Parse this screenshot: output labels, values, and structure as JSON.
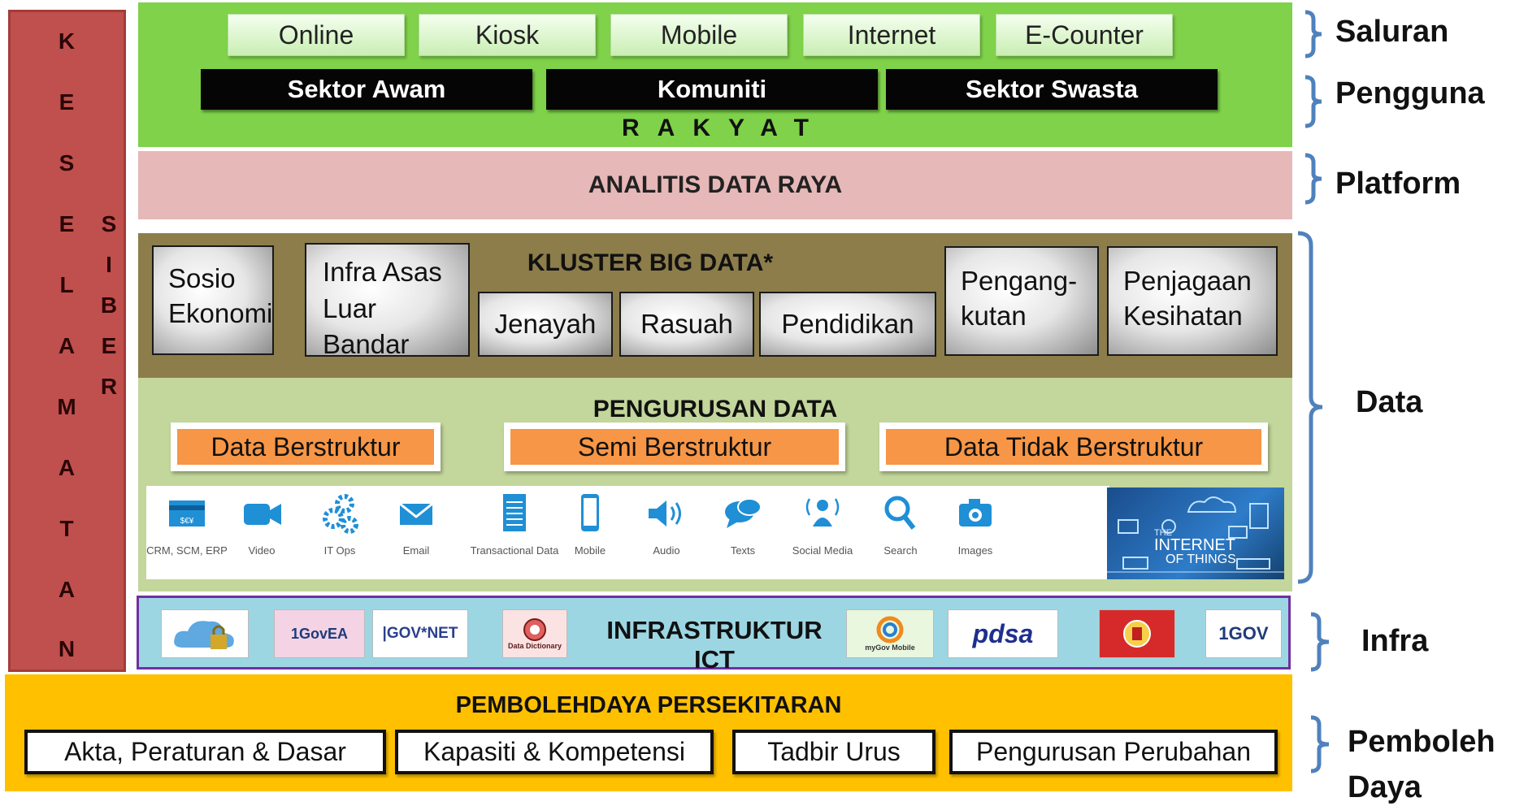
{
  "keselamatan": {
    "letters": [
      "K",
      "E",
      "S",
      "E",
      "L",
      "A",
      "M",
      "A",
      "T",
      "A",
      "N"
    ]
  },
  "siber": {
    "letters": [
      "S",
      "I",
      "B",
      "E",
      "R"
    ]
  },
  "saluran": {
    "items": [
      "Online",
      "Kiosk",
      "Mobile",
      "Internet",
      "E-Counter"
    ]
  },
  "pengguna": {
    "items": [
      "Sektor Awam",
      "Komuniti",
      "Sektor Swasta"
    ],
    "rakyat": "RAKYAT"
  },
  "platform": {
    "title": "ANALITIS DATA RAYA"
  },
  "kluster": {
    "title": "KLUSTER BIG DATA*",
    "sosio": [
      "Sosio",
      "Ekonomi"
    ],
    "infra_asas": [
      "Infra Asas",
      "Luar",
      "Bandar"
    ],
    "jenayah": "Jenayah",
    "rasuah": "Rasuah",
    "pendidikan": "Pendidikan",
    "pengangkutan": [
      "Pengang-",
      "kutan"
    ],
    "penjagaan": [
      "Penjagaan",
      "Kesihatan"
    ]
  },
  "pengurusan": {
    "title": "PENGURUSAN DATA",
    "types": [
      "Data Berstruktur",
      "Semi Berstruktur",
      "Data Tidak Berstruktur"
    ],
    "sources": [
      {
        "label": "CRM, SCM, ERP",
        "icon": "card-icon"
      },
      {
        "label": "Video",
        "icon": "video-camera-icon"
      },
      {
        "label": "IT Ops",
        "icon": "gears-icon"
      },
      {
        "label": "Email",
        "icon": "envelope-icon"
      },
      {
        "label": "Transactional Data",
        "icon": "document-icon"
      },
      {
        "label": "Mobile",
        "icon": "phone-icon"
      },
      {
        "label": "Audio",
        "icon": "speaker-icon"
      },
      {
        "label": "Texts",
        "icon": "chat-icon"
      },
      {
        "label": "Social Media",
        "icon": "social-person-icon"
      },
      {
        "label": "Search",
        "icon": "magnifier-icon"
      },
      {
        "label": "Images",
        "icon": "camera-icon"
      }
    ],
    "iot": {
      "line1": "THE",
      "line2": "INTERNET",
      "line3": "OF THINGS"
    }
  },
  "infra": {
    "title": "INFRASTRUKTUR ICT",
    "logos": {
      "govea": "1GovEA",
      "govnet": "|GOV*NET",
      "dictionary": "Data Dictionary",
      "mygov": "myGov Mobile",
      "pdsa": "pdsa",
      "onegov": "1GOV"
    }
  },
  "pemboleh": {
    "title": "PEMBOLEHDAYA PERSEKITARAN",
    "items": [
      "Akta, Peraturan & Dasar",
      "Kapasiti & Kompetensi",
      "Tadbir Urus",
      "Pengurusan Perubahan"
    ]
  },
  "labels": {
    "saluran": "Saluran",
    "pengguna": "Pengguna",
    "platform": "Platform",
    "data": "Data",
    "infra": "Infra",
    "pemboleh1": "Pemboleh",
    "pemboleh2": "Daya"
  },
  "colors": {
    "keselamatan": "#c0504d",
    "top_green": "#7fd24a",
    "platform_pink": "#e6b8b7",
    "kluster_olive": "#8c7d4a",
    "pengurusan_green": "#c3d69b",
    "data_type_orange": "#f79646",
    "infra_blue": "#9dd6e3",
    "infra_border": "#7030a0",
    "pemboleh_yellow": "#ffc000",
    "brace_blue": "#4f81bd",
    "icon_blue": "#1f8fd6"
  }
}
